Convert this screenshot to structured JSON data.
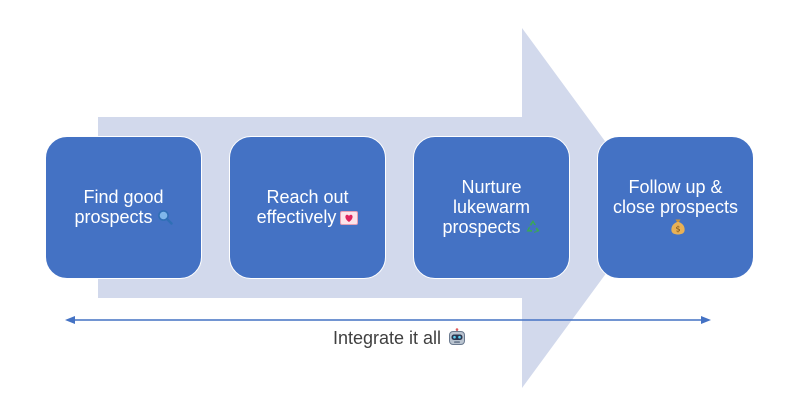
{
  "steps": [
    {
      "label": "Find good prospects",
      "icon": "magnifying-glass-icon"
    },
    {
      "label": "Reach out effectively",
      "icon": "love-letter-icon"
    },
    {
      "label": "Nurture lukewarm prospects",
      "icon": "recycle-icon"
    },
    {
      "label": "Follow up & close prospects",
      "icon": "money-bag-icon"
    }
  ],
  "integration": {
    "label": "Integrate it all",
    "icon": "robot-icon"
  },
  "colors": {
    "box_fill": "#4472c4",
    "arrow_fill": "#d2d9ec",
    "line": "#4472c4",
    "text_dark": "#404040"
  }
}
